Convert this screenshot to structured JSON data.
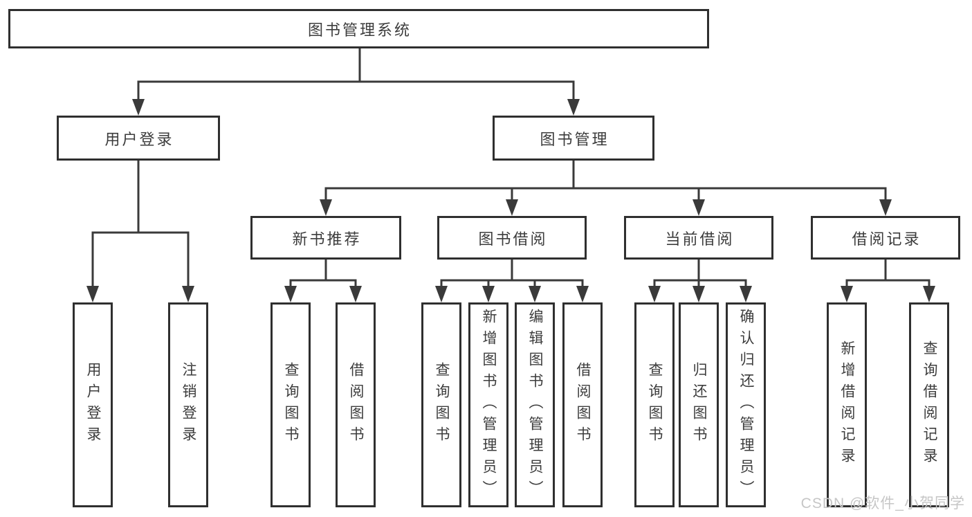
{
  "tree": {
    "label": "图书管理系统",
    "children": [
      {
        "label": "用户登录",
        "children": [
          {
            "label": "用户登录"
          },
          {
            "label": "注销登录"
          }
        ]
      },
      {
        "label": "图书管理",
        "children": [
          {
            "label": "新书推荐",
            "children": [
              {
                "label": "查询图书"
              },
              {
                "label": "借阅图书"
              }
            ]
          },
          {
            "label": "图书借阅",
            "children": [
              {
                "label": "查询图书"
              },
              {
                "label": "新增图书（管理员）"
              },
              {
                "label": "编辑图书（管理员）"
              },
              {
                "label": "借阅图书"
              }
            ]
          },
          {
            "label": "当前借阅",
            "children": [
              {
                "label": "查询图书"
              },
              {
                "label": "归还图书"
              },
              {
                "label": "确认归还（管理员）"
              }
            ]
          },
          {
            "label": "借阅记录",
            "children": [
              {
                "label": "新增借阅记录"
              },
              {
                "label": "查询借阅记录"
              }
            ]
          }
        ]
      }
    ]
  },
  "watermark": {
    "text": "CSDN @软件_小贺同学"
  },
  "colors": {
    "line": "#3a3a3a",
    "border": "#2f2f2f",
    "text": "#3c3c3c",
    "watermark": "#c6c6c6",
    "background": "#ffffff"
  }
}
